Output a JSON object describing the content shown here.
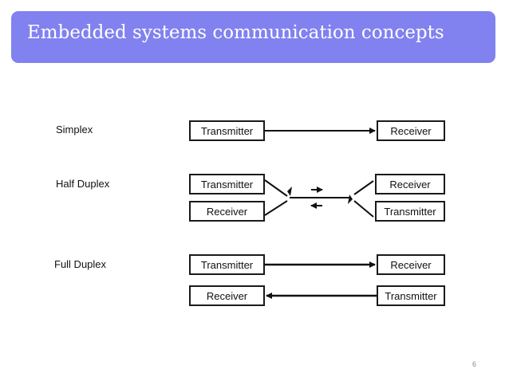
{
  "slide": {
    "title": "Embedded systems communication concepts",
    "page_number": "6"
  },
  "simplex": {
    "label": "Simplex",
    "left": "Transmitter",
    "right": "Receiver"
  },
  "half_duplex": {
    "label": "Half Duplex",
    "left_top": "Transmitter",
    "left_bottom": "Receiver",
    "right_top": "Receiver",
    "right_bottom": "Transmitter"
  },
  "full_duplex": {
    "label": "Full Duplex",
    "left_top": "Transmitter",
    "right_top": "Receiver",
    "left_bottom": "Receiver",
    "right_bottom": "Transmitter"
  }
}
